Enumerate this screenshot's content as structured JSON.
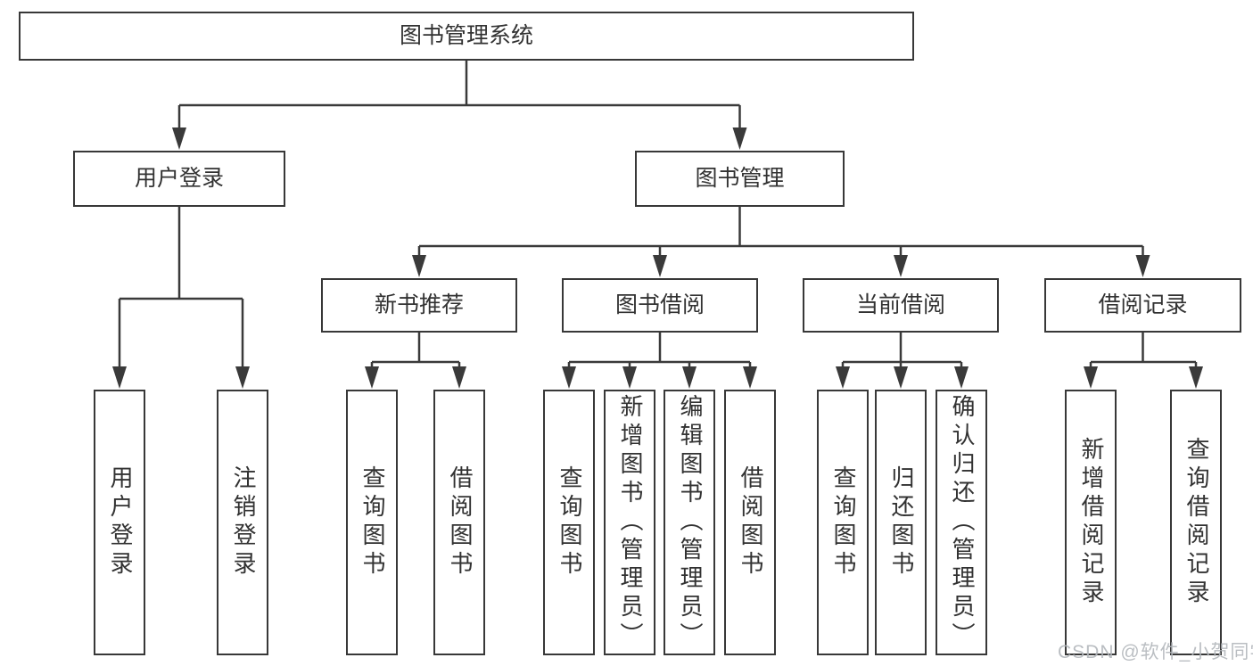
{
  "diagram": {
    "title": "图书管理系统",
    "watermark": "CSDN @软件_小贺同学",
    "colors": {
      "line": "#3a3a3a",
      "box_border": "#383838",
      "text": "#323232",
      "background": "#ffffff",
      "watermark": "#b3b7bc"
    },
    "nodes": [
      {
        "id": "root",
        "label": "图书管理系统",
        "parent": null
      },
      {
        "id": "user-login",
        "label": "用户登录",
        "parent": "root"
      },
      {
        "id": "book-manage",
        "label": "图书管理",
        "parent": "root"
      },
      {
        "id": "new-book-recommend",
        "label": "新书推荐",
        "parent": "book-manage"
      },
      {
        "id": "book-borrow",
        "label": "图书借阅",
        "parent": "book-manage"
      },
      {
        "id": "current-borrow",
        "label": "当前借阅",
        "parent": "book-manage"
      },
      {
        "id": "borrow-record",
        "label": "借阅记录",
        "parent": "book-manage"
      },
      {
        "id": "leaf-user-login",
        "label": "用户登录",
        "parent": "user-login"
      },
      {
        "id": "leaf-logout",
        "label": "注销登录",
        "parent": "user-login"
      },
      {
        "id": "nb-query",
        "label": "查询图书",
        "parent": "new-book-recommend"
      },
      {
        "id": "nb-borrow",
        "label": "借阅图书",
        "parent": "new-book-recommend"
      },
      {
        "id": "bb-query",
        "label": "查询图书",
        "parent": "book-borrow"
      },
      {
        "id": "bb-add",
        "label": "新增图书（管理员）",
        "parent": "book-borrow"
      },
      {
        "id": "bb-edit",
        "label": "编辑图书（管理员）",
        "parent": "book-borrow"
      },
      {
        "id": "bb-borrow",
        "label": "借阅图书",
        "parent": "book-borrow"
      },
      {
        "id": "cb-query",
        "label": "查询图书",
        "parent": "current-borrow"
      },
      {
        "id": "cb-return",
        "label": "归还图书",
        "parent": "current-borrow"
      },
      {
        "id": "cb-confirm",
        "label": "确认归还（管理员）",
        "parent": "current-borrow"
      },
      {
        "id": "br-add",
        "label": "新增借阅记录",
        "parent": "borrow-record"
      },
      {
        "id": "br-query",
        "label": "查询借阅记录",
        "parent": "borrow-record"
      }
    ]
  }
}
